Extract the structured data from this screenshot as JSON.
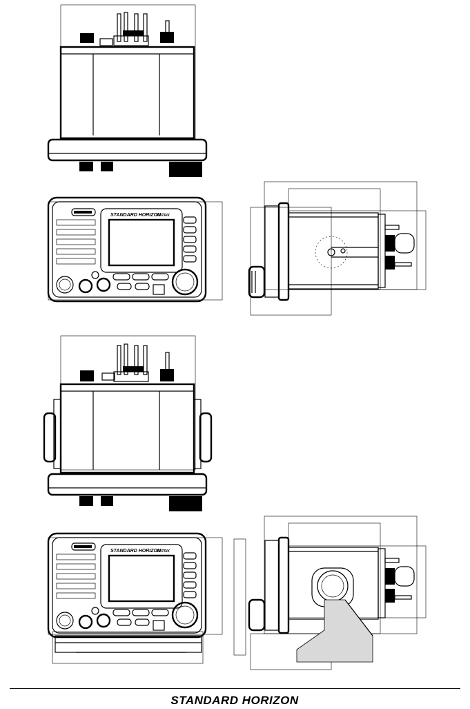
{
  "panel": {
    "brand": "STANDARD HORIZON",
    "model": "MATRIX"
  },
  "footer": {
    "brand": "STANDARD HORIZON"
  }
}
